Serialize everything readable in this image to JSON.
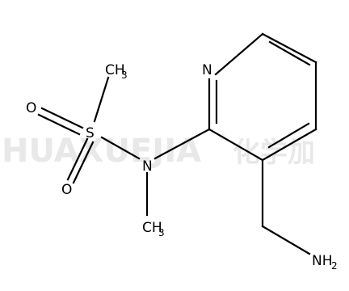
{
  "watermark": {
    "text": "HUAXUEJIA",
    "registered": "®",
    "chinese": "化学加"
  },
  "atoms": {
    "n_ring": "N",
    "n_amide": "N",
    "s": "S",
    "o_top": "O",
    "o_bottom": "O",
    "ch3_s": {
      "main": "CH",
      "sub": "3"
    },
    "ch3_n": {
      "main": "CH",
      "sub": "3"
    },
    "nh2": {
      "main": "NH",
      "sub": "2"
    }
  },
  "colors": {
    "bond": "#000000",
    "text": "#000000",
    "watermark": "#e8e8e8"
  }
}
